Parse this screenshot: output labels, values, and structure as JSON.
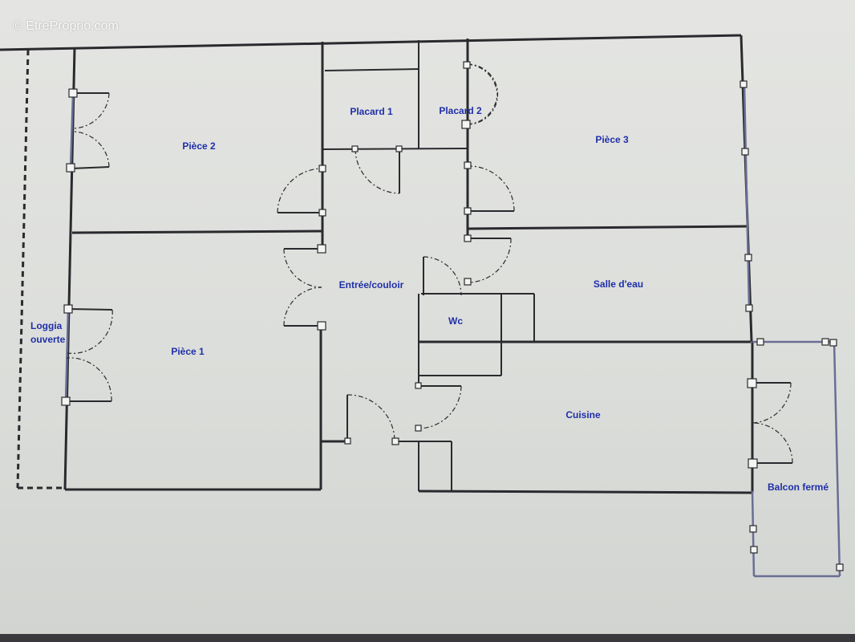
{
  "watermark": "© EtreProprio.com",
  "colors": {
    "label": "#1f2fa8",
    "wall": "#2a2a2e",
    "background": "#dcdedb"
  },
  "rooms": {
    "piece2": "Pièce 2",
    "placard1": "Placard 1",
    "placard2": "Placard 2",
    "piece3": "Pièce 3",
    "entree": "Entrée/couloir",
    "salle_eau": "Salle d'eau",
    "wc": "Wc",
    "loggia_line1": "Loggia",
    "loggia_line2": "ouverte",
    "piece1": "Pièce 1",
    "cuisine": "Cuisine",
    "balcon": "Balcon fermé"
  }
}
